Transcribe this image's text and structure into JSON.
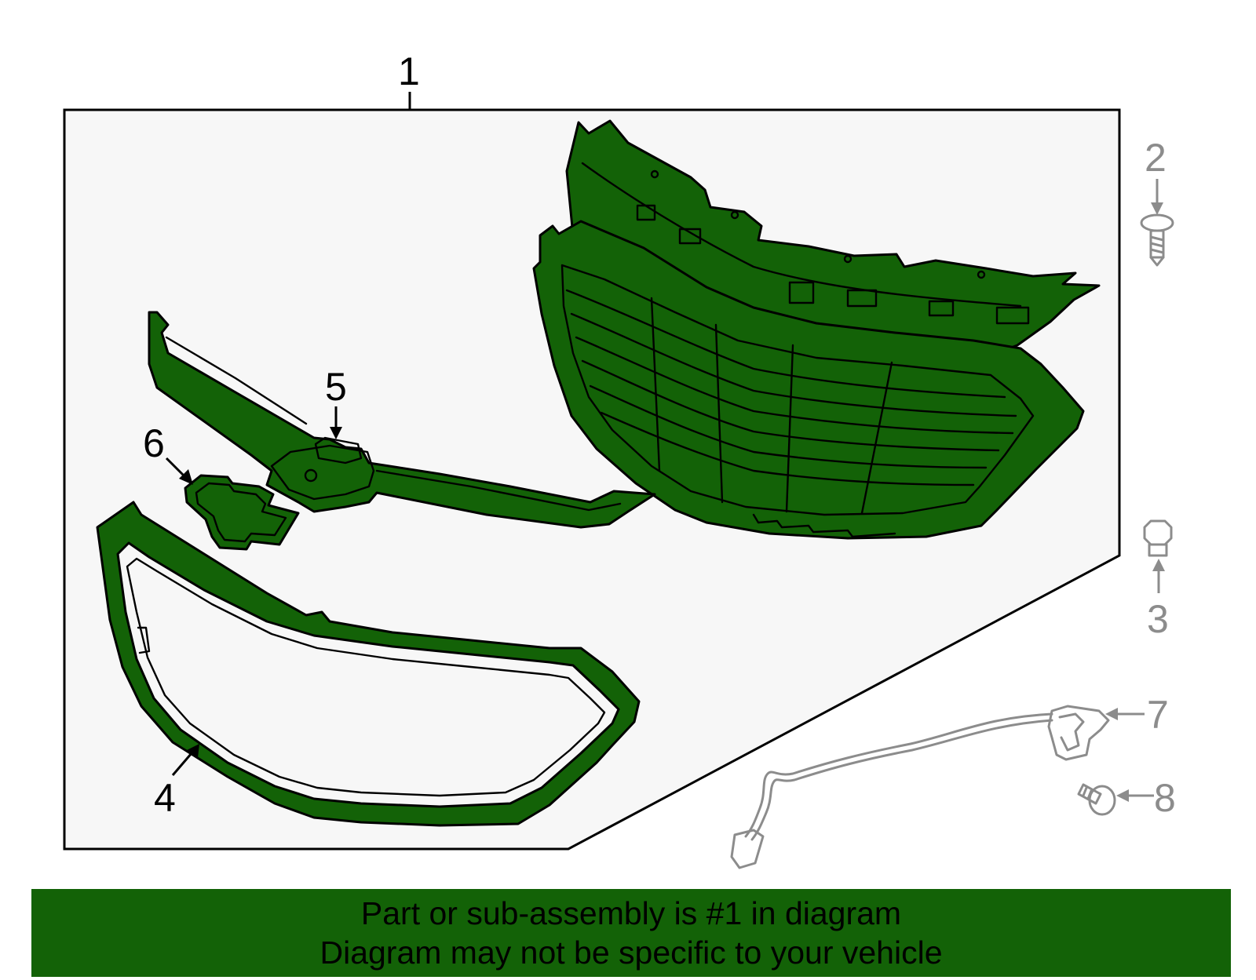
{
  "colors": {
    "part_fill": "#136207",
    "box_fill": "#f7f7f7",
    "footer_bg": "#136207",
    "callout_dark": "#000000",
    "callout_grey": "#8c8c8c"
  },
  "callouts": {
    "c1": "1",
    "c2": "2",
    "c3": "3",
    "c4": "4",
    "c5": "5",
    "c6": "6",
    "c7": "7",
    "c8": "8"
  },
  "parts": {
    "p1": "grille-assembly",
    "p2": "screw-icon",
    "p3": "nut-icon",
    "p4": "grille-surround",
    "p5": "emblem-bar",
    "p6": "bowtie-emblem",
    "p7": "wiring-harness",
    "p8": "bolt-icon"
  },
  "footer": {
    "line1": "Part or sub-assembly is #1 in diagram",
    "line2": "Diagram may not be specific to your vehicle"
  }
}
